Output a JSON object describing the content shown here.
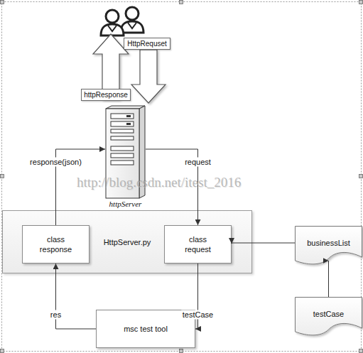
{
  "diagram": {
    "nodes": [
      {
        "text": [
          "HttpRequset"
        ]
      },
      {
        "text": [
          "httpResponse"
        ]
      },
      {
        "text": [
          "httpServer"
        ]
      },
      {
        "text": [
          "HttpServer.py"
        ]
      },
      {
        "text": [
          "class response"
        ],
        "in": 3
      },
      {
        "text": [
          "class request"
        ],
        "in": 3
      },
      {
        "text": [
          "businessList"
        ]
      },
      {
        "text": [
          "testCase"
        ]
      },
      {
        "text": [
          "msc test tool"
        ]
      }
    ],
    "edges": [
      {
        "from": 4,
        "to": 2,
        "label": "response(json)",
        "arrow": "to"
      },
      {
        "from": 2,
        "to": 5,
        "label": "request",
        "arrow": "to"
      },
      {
        "from": 6,
        "to": 5,
        "arrow": "to"
      },
      {
        "from": 7,
        "to": 6,
        "arrow": "to"
      },
      {
        "from": 5,
        "to": 8,
        "label": "testCase",
        "arrow": "to"
      },
      {
        "from": 8,
        "to": 4,
        "label": "res",
        "arrow": "to"
      }
    ],
    "labels": [
      "http://blog.csdn.net/itest_2016"
    ]
  }
}
